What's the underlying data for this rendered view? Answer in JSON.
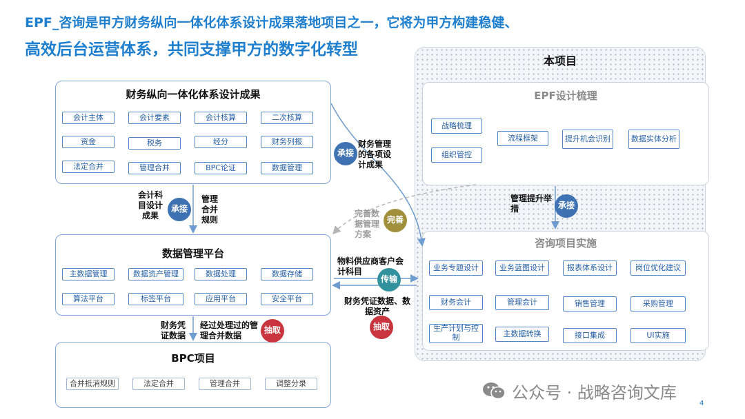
{
  "title": {
    "line1": "EPF_咨询是甲方财务纵向一体化体系设计成果落地项目之一，它将为甲方构建稳健、",
    "line2": "高效后台运营体系，共同支撑甲方的数字化转型"
  },
  "left_panels": {
    "finance": {
      "title": "财务纵向一体化体系设计成果",
      "items": [
        "会计主体",
        "会计要素",
        "会计核算",
        "二次核算",
        "资金",
        "税务",
        "经分",
        "财务列报",
        "法定合并",
        "管理合并",
        "BPC论证",
        "数据管理"
      ]
    },
    "data_platform": {
      "title": "数据管理平台",
      "items": [
        "主数据管理",
        "数据资产管理",
        "数据处理",
        "数据存储",
        "算法平台",
        "标签平台",
        "应用平台",
        "安全平台"
      ]
    },
    "bpc": {
      "title": "BPC项目",
      "items": [
        "合并抵消规则",
        "法定合并",
        "管理合并",
        "调整分录"
      ]
    }
  },
  "right_area": {
    "title": "本项目",
    "epf": {
      "title": "EPF设计梳理",
      "items": [
        "战略梳理",
        "组织管控",
        "流程框架",
        "提升机会识别",
        "数据实体分析"
      ]
    },
    "impl": {
      "title": "咨询项目实施",
      "items": [
        "业务专题设计",
        "业务蓝图设计",
        "报表体系设计",
        "岗位优化建议",
        "财务会计",
        "管理会计",
        "销售管理",
        "采购管理",
        "生产计划与控制",
        "主数据转换",
        "接口集成",
        "UI实施"
      ]
    }
  },
  "badges": {
    "inherit1": "承接",
    "inherit2": "承接",
    "inherit3": "承接",
    "improve": "完善",
    "transfer": "传输",
    "extract1": "抽取",
    "extract2": "抽取"
  },
  "notes": {
    "finance_results": "财务管理的各项设计成果",
    "chart_of_accounts": "会计科目设计成果",
    "mgmt_consolidation": "管理合并规则",
    "mgmt_improve": "管理提升举措",
    "improve_data": "完善数据管理方案",
    "material_supplier": "物料供应商客户会计科目",
    "voucher_assets": "财务凭证数据、数据资产",
    "voucher_data": "财务凭证数据",
    "processed_data": "经过处理过的管理合并数据"
  },
  "footer": {
    "watermark": "公众号 · 战略咨询文库",
    "page": "4"
  },
  "colors": {
    "title_blue": "#1f7fcf",
    "chip_blue": "#2860a8",
    "badge_blue": "#3f72b3",
    "badge_olive": "#a08f3b",
    "badge_teal": "#31919d",
    "badge_red": "#c9353f"
  }
}
